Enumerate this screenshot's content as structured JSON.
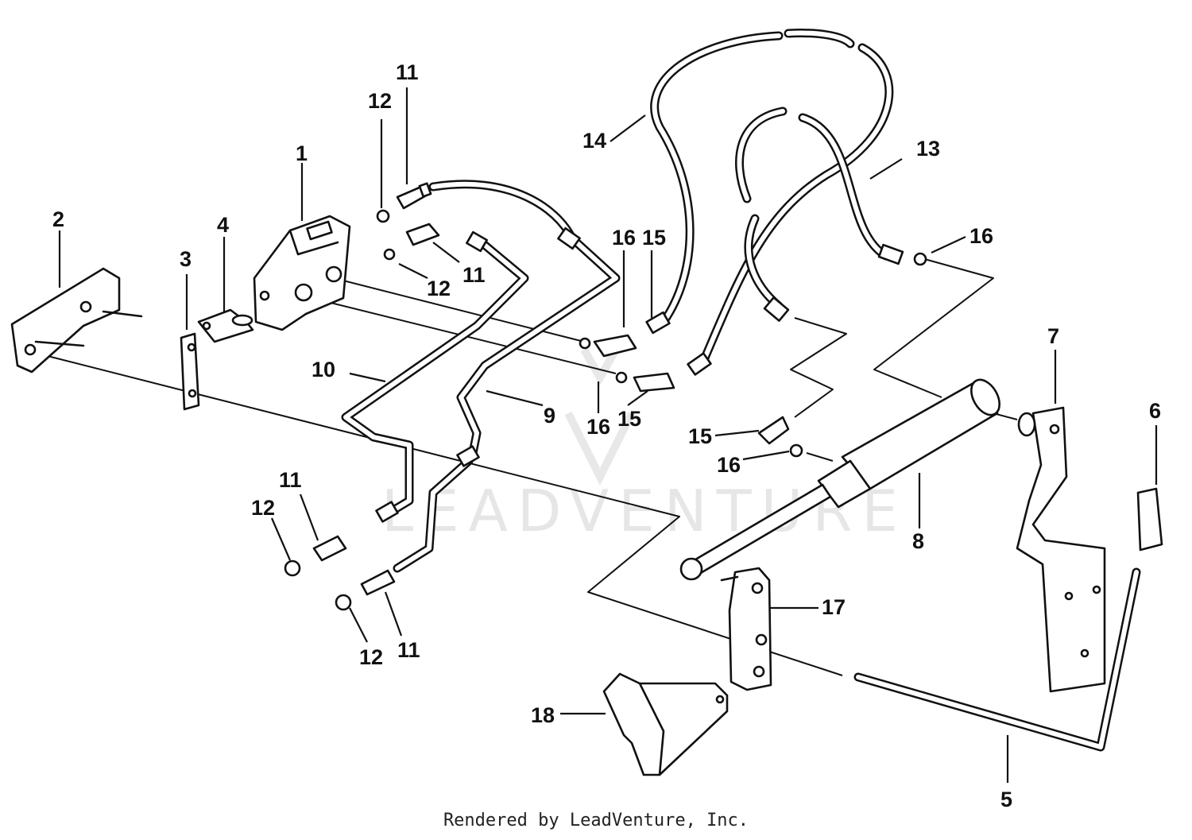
{
  "watermark": "LEADVENTURE",
  "credit": "Rendered by LeadVenture, Inc.",
  "callouts": {
    "c1": "1",
    "c2": "2",
    "c3": "3",
    "c4": "4",
    "c5": "5",
    "c6": "6",
    "c7": "7",
    "c8": "8",
    "c9": "9",
    "c10": "10",
    "c11a": "11",
    "c11b": "11",
    "c11c": "11",
    "c11d": "11",
    "c12a": "12",
    "c12b": "12",
    "c12c": "12",
    "c12d": "12",
    "c13": "13",
    "c14": "14",
    "c15a": "15",
    "c15b": "15",
    "c15c": "15",
    "c16a": "16",
    "c16b": "16",
    "c16c": "16",
    "c16d": "16",
    "c17": "17",
    "c18": "18"
  }
}
